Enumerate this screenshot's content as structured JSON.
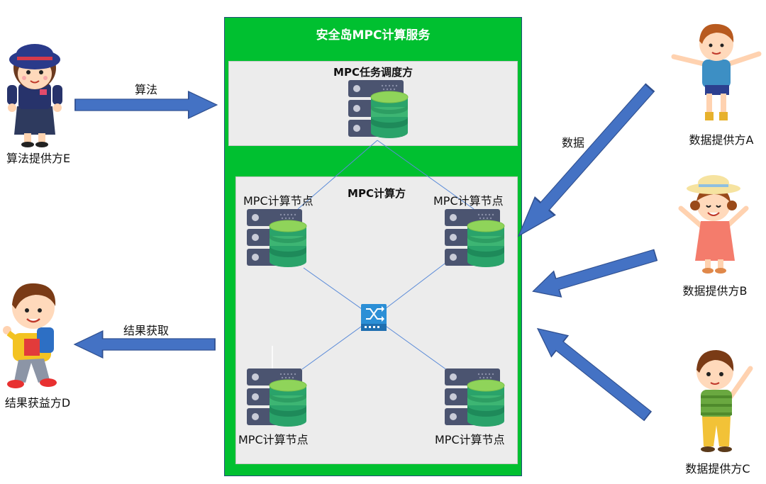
{
  "service": {
    "title": "安全岛MPC计算服务"
  },
  "scheduler": {
    "title": "MPC任务调度方"
  },
  "compute": {
    "title": "MPC计算方",
    "nodes": [
      {
        "label": "MPC计算节点"
      },
      {
        "label": "MPC计算节点"
      },
      {
        "label": "MPC计算节点"
      },
      {
        "label": "MPC计算节点"
      }
    ]
  },
  "actors": {
    "algorithm_provider": {
      "label": "算法提供方E"
    },
    "result_beneficiary": {
      "label": "结果获益方D"
    },
    "provider_a": {
      "label": "数据提供方A"
    },
    "provider_b": {
      "label": "数据提供方B"
    },
    "provider_c": {
      "label": "数据提供方C"
    }
  },
  "arrows": {
    "algorithm": "算法",
    "result": "结果获取",
    "data": "数据"
  },
  "colors": {
    "service_green": "#00c030",
    "arrow_blue": "#4472c4",
    "server_dark": "#4b5470",
    "db_green": "#4fc67a"
  }
}
